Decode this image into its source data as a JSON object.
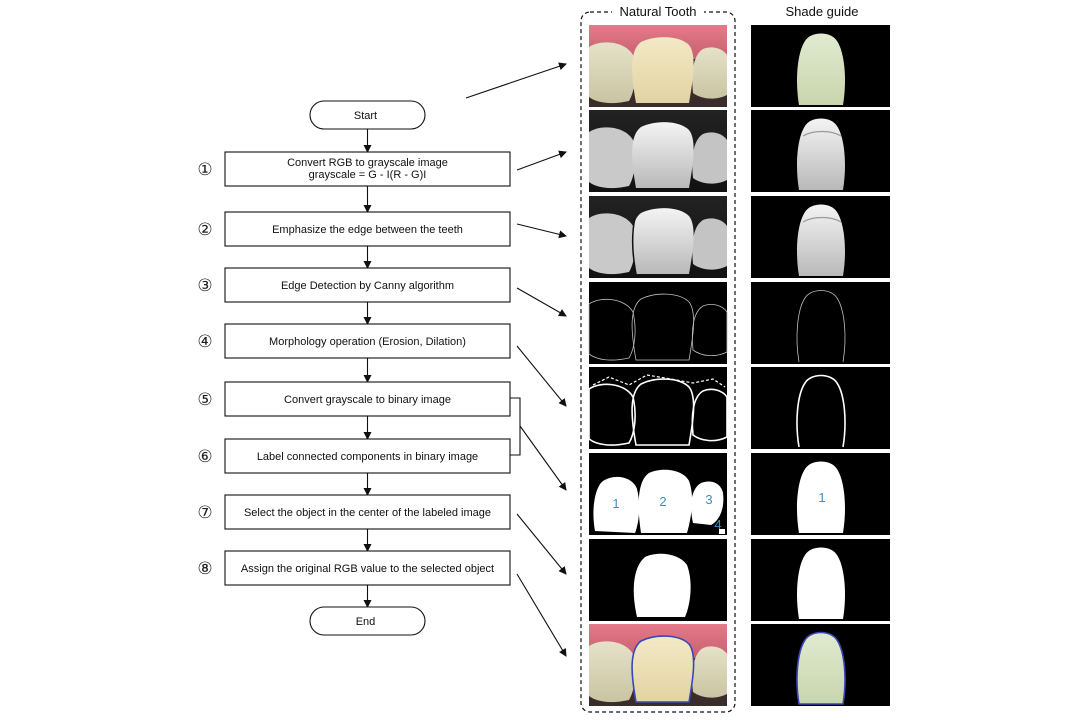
{
  "flowchart": {
    "start_label": "Start",
    "end_label": "End",
    "steps": [
      {
        "num": "①",
        "lines": [
          "Convert RGB to grayscale image",
          "grayscale = G - I(R - G)I"
        ]
      },
      {
        "num": "②",
        "lines": [
          "Emphasize the edge between the teeth"
        ]
      },
      {
        "num": "③",
        "lines": [
          "Edge Detection by Canny algorithm"
        ]
      },
      {
        "num": "④",
        "lines": [
          "Morphology operation (Erosion, Dilation)"
        ]
      },
      {
        "num": "⑤",
        "lines": [
          "Convert grayscale to binary image"
        ]
      },
      {
        "num": "⑥",
        "lines": [
          "Label connected components in binary image"
        ]
      },
      {
        "num": "⑦",
        "lines": [
          "Select the object in the center of the labeled image"
        ]
      },
      {
        "num": "⑧",
        "lines": [
          "Assign the original RGB value to the selected object"
        ]
      }
    ]
  },
  "columns": {
    "natural_tooth_title": "Natural Tooth",
    "shade_guide_title": "Shade guide"
  },
  "panels": [
    {
      "kind": "color"
    },
    {
      "kind": "gray"
    },
    {
      "kind": "gray-emph"
    },
    {
      "kind": "edge"
    },
    {
      "kind": "morph"
    },
    {
      "kind": "labeled",
      "natural_labels": [
        "1",
        "2",
        "3",
        "4"
      ],
      "shade_labels": [
        "1"
      ]
    },
    {
      "kind": "binary"
    },
    {
      "kind": "final"
    }
  ],
  "colors": {
    "gum": "#e2838f",
    "tooth_yellow": "#efe3bd",
    "shade_green": "#d6e2c0",
    "outline_blue": "#3a46b8",
    "label_blue": "#3a8fc4"
  }
}
